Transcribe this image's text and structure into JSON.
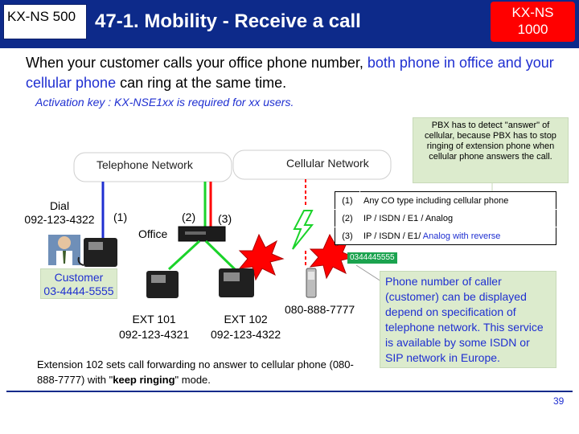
{
  "header": {
    "badge_left": "KX-NS  500",
    "title": "47-1. Mobility - Receive a call",
    "badge_right_line1": "KX-NS",
    "badge_right_line2": "1000"
  },
  "intro": {
    "part1": "When your customer calls your office phone number, ",
    "highlight": "both phone in office and your cellular phone",
    "part2": " can ring at the same time."
  },
  "activation_note": "Activation key : KX-NSE1xx is required for xx users.",
  "networks": {
    "telephone": "Telephone Network",
    "cellular": "Cellular Network"
  },
  "pbx_note": "PBX has to detect \"answer\" of cellular, because PBX has to stop ringing of extension phone when cellular phone answers the call.",
  "co_types": [
    {
      "num": "(1)",
      "text": "Any CO type including cellular phone"
    },
    {
      "num": "(2)",
      "text": "IP / ISDN / E1 / Analog"
    },
    {
      "num": "(3)",
      "text": "IP / ISDN / E1/ ",
      "highlight": "Analog with reverse"
    }
  ],
  "dial": {
    "line1": "Dial",
    "line2": "092-123-4322"
  },
  "call_labels": {
    "one": "(1)",
    "two": "(2)",
    "three": "(3)"
  },
  "office_label": "Office",
  "customer": {
    "line1": "Customer",
    "line2": "03-4444-5555"
  },
  "cell_number_badge": "0344445555",
  "extensions": [
    {
      "line1": "EXT 101",
      "line2": "092-123-4321"
    },
    {
      "line1": "EXT 102",
      "line2": "092-123-4322"
    }
  ],
  "cell_caption": "080-888-7777",
  "forward_note": {
    "part1": "Extension 102 sets call forwarding no answer to cellular phone (080-888-7777) with \"",
    "bold": "keep ringing",
    "part2": "\" mode."
  },
  "right_note": "Phone number of caller (customer) can be displayed depend on specification of telephone network. This service is available by some ISDN or SIP network in Europe.",
  "page_number": "39",
  "colors": {
    "header": "#0d2a8a",
    "badge_red": "#ff0000",
    "accent_blue": "#1f2fd1",
    "note_green": "#dcebcd",
    "line_green": "#1bd32a",
    "line_red": "#ff0000",
    "line_blue": "#1f2fd1",
    "network_cloud": "#ffffff"
  }
}
